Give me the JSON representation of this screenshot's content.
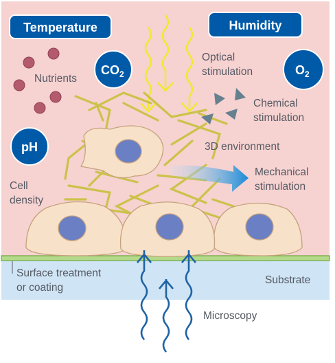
{
  "colors": {
    "background_pink": "#f6d2d1",
    "substrate_blue": "#cfe4f4",
    "surface_line": "#8cc63f",
    "badge_blue": "#005aa8",
    "fiber_yellow": "#ccc24a",
    "cell_fill": "#f8e1c9",
    "nucleus": "#6a7fc4",
    "nutrient": "#b35a6d",
    "chemical": "#65808f",
    "optical_wave": "#f0ea2e",
    "microscopy_wave": "#1f63a6",
    "arrow_start": "#cfe4f4",
    "arrow_end": "#1a8ad6",
    "text": "#555a63"
  },
  "badges": {
    "temperature": "Temperature",
    "humidity": "Humidity",
    "co2_main": "CO",
    "co2_sub": "2",
    "o2_main": "O",
    "o2_sub": "2",
    "ph": "pH"
  },
  "labels": {
    "nutrients": "Nutrients",
    "optical_1": "Optical",
    "optical_2": "stimulation",
    "chemical_1": "Chemical",
    "chemical_2": "stimulation",
    "env_3d": "3D environment",
    "mechanical_1": "Mechanical",
    "mechanical_2": "stimulation",
    "cell_density_1": "Cell",
    "cell_density_2": "density",
    "surface_1": "Surface treatment",
    "surface_2": "or coating",
    "substrate": "Substrate",
    "microscopy": "Microscopy"
  }
}
